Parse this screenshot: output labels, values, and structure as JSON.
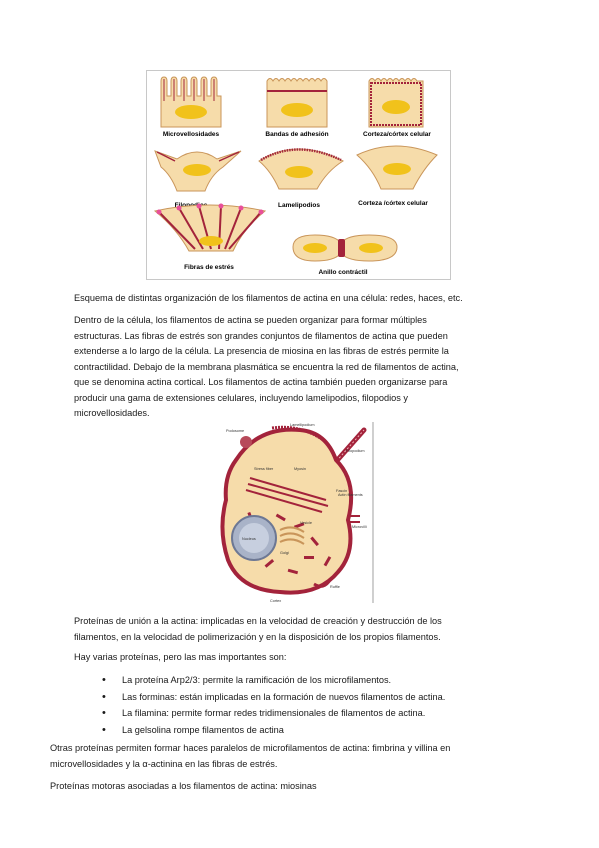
{
  "figure1": {
    "labels": {
      "microvellosidades": "Microvellosidades",
      "bandas": "Bandas de adhesión",
      "corteza1": "Corteza/córtex celular",
      "filopodios": "Filopodios",
      "lamelipodios": "Lamelipodios",
      "corteza2": "Corteza /córtex celular",
      "fibras": "Fibras de estrés",
      "anillo": "Anillo contráctil"
    }
  },
  "figure2": {
    "labels": {
      "podosome": "Podosome",
      "lamellipodium": "Lamellipodium",
      "filopodium": "Filopodium",
      "stress_fiber": "Stress fiber",
      "myosin": "Myosin",
      "fascin": "Fascin",
      "nucleus": "Nucleus",
      "vesicle": "Vesicle",
      "golgi": "Golgi",
      "microvilli": "Microvilli",
      "ruffle": "Ruffle",
      "cortex": "Cortex",
      "actin_filaments": "Actin filaments"
    }
  },
  "text": {
    "caption": "Esquema de distintas organización de los filamentos de actina en una célula: redes, haces, etc.",
    "para1": [
      "Dentro de la célula, los filamentos de actina se pueden organizar para formar múltiples",
      "estructuras. Las fibras de estrés son grandes conjuntos de filamentos de actina que pueden",
      "extenderse a lo largo de la célula. La presencia de miosina en las fibras de estrés permite la",
      "contractilidad. Debajo de la membrana plasmática se encuentra la red de filamentos de actina,",
      "que se denomina actina cortical. Los filamentos de actina también pueden organizarse para",
      "producir una gama de extensiones celulares, incluyendo lamelipodios, filopodios y",
      "microvellosidades."
    ],
    "para2": [
      "Proteínas de unión a la actina: implicadas en la velocidad de creación y destrucción de los",
      "filamentos, en la velocidad de polimerización y en la disposición de los propios filamentos."
    ],
    "para3": "Hay varias proteínas, pero las mas importantes son:",
    "bullets": [
      "La proteína Arp2/3:  permite la ramificación de los microfilamentos.",
      "Las forminas: están implicadas en la formación de nuevos filamentos de actina.",
      "La filamina: permite formar redes tridimensionales de filamentos de actina.",
      "La gelsolina rompe filamentos de actina"
    ],
    "para4": [
      "Otras proteínas permiten formar haces paralelos de microfilamentos de actina: fimbrina y villina en",
      "microvellosidades y la α-actinina en las fibras de estrés."
    ],
    "para5": "Proteínas motoras asociadas a los filamentos de actina: miosinas"
  },
  "colors": {
    "cell_fill": "#f6dcaa",
    "cell_stroke": "#c9955a",
    "nucleus": "#f1c21b",
    "actin": "#a3233b",
    "pink": "#e8509a"
  }
}
